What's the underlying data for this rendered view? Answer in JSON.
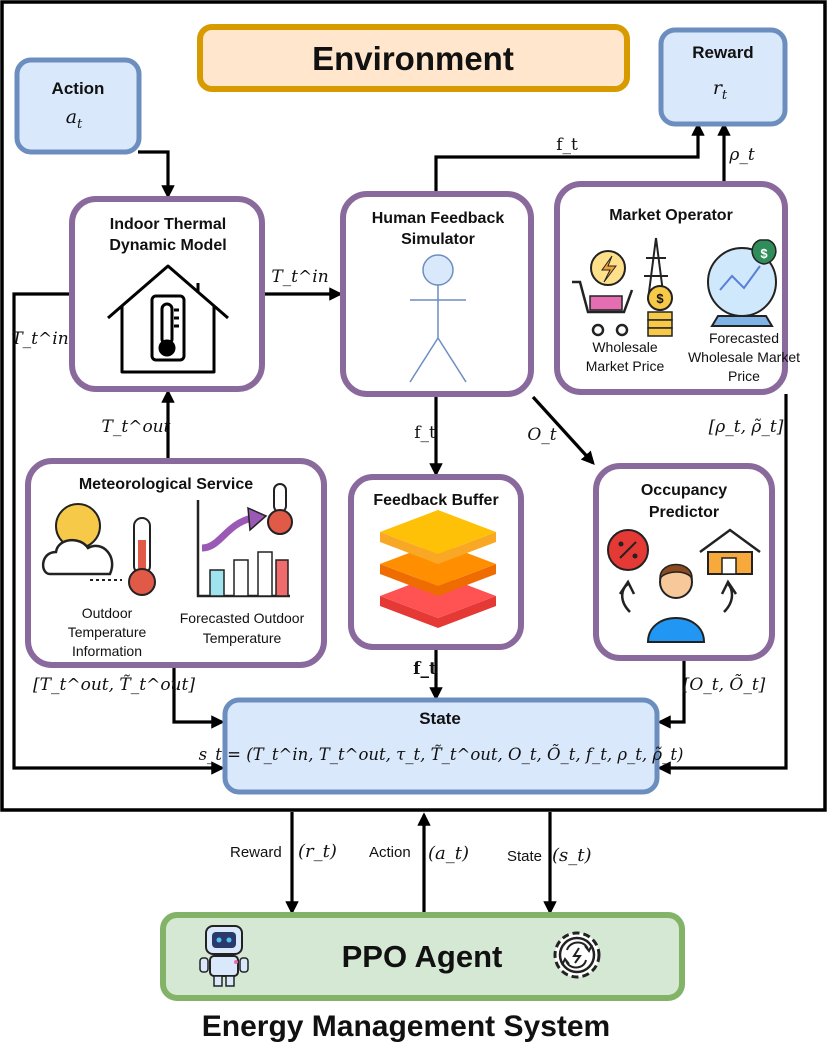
{
  "environment": {
    "title": "Environment",
    "action": {
      "title": "Action",
      "symbol": "a",
      "sub": "t"
    },
    "reward": {
      "title": "Reward",
      "symbol": "r",
      "sub": "t"
    },
    "indoor_model": {
      "line1": "Indoor Thermal",
      "line2": "Dynamic Model"
    },
    "human_feedback": {
      "line1": "Human Feedback",
      "line2": "Simulator"
    },
    "market_operator": {
      "title": "Market Operator",
      "wholesale": [
        "Wholesale",
        "Market Price"
      ],
      "forecasted": [
        "Forecasted",
        "Wholesale Market",
        "Price"
      ]
    },
    "meteorological": {
      "title": "Meteorological Service",
      "outdoor": [
        "Outdoor",
        "Temperature",
        "Information"
      ],
      "forecasted": [
        "Forecasted Outdoor",
        "Temperature"
      ]
    },
    "feedback_buffer": {
      "title": "Feedback Buffer"
    },
    "occupancy": {
      "line1": "Occupancy",
      "line2": "Predictor"
    },
    "state": {
      "title": "State",
      "formula": "s_t = (T_t^in, T_t^out, τ_t, T̃_t^out, O_t, Õ_t, f_t, ρ_t, ρ̃_t)"
    },
    "labels": {
      "T_in_right": "T_t^in",
      "T_in_left": "T_t^in",
      "T_out": "T_t^out",
      "f_top": "f_t",
      "f_mid": "f_t",
      "f_bottom": "f_t",
      "O_t": "O_t",
      "rho_t": "ρ_t",
      "rho_pair": "[ρ_t, ρ̃_t]",
      "T_out_pair": "[T_t^out, T̃_t^out]",
      "O_pair": "[O_t, Õ_t]"
    }
  },
  "agent": {
    "title": "PPO Agent",
    "reward_label": "Reward",
    "reward_sym": "(r_t)",
    "action_label": "Action",
    "action_sym": "(a_t)",
    "state_label": "State",
    "state_sym": "(s_t)"
  },
  "system_title": "Energy Management System",
  "colors": {
    "purple_border": "#8a6a9c",
    "blue_border": "#6c8ebf",
    "blue_fill": "#dae8fc",
    "gold_border": "#d79b00",
    "gold_fill": "#ffe6cc",
    "green_border": "#82b366",
    "green_fill": "#d5e8d4"
  }
}
